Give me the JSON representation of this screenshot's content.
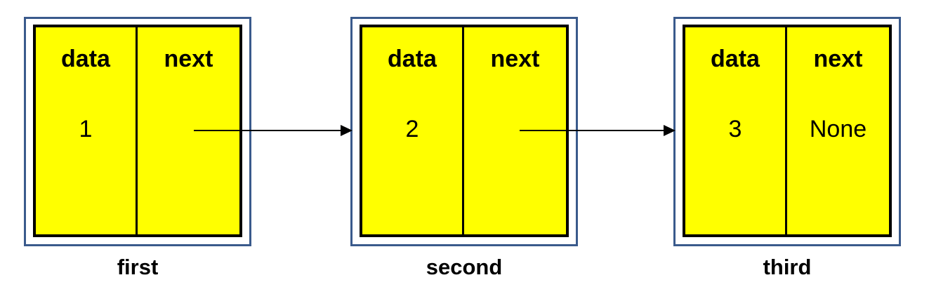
{
  "diagram": {
    "title": "singly-linked-list",
    "colors": {
      "node_fill": "#ffff00",
      "node_inner_border": "#000000",
      "node_outer_border": "#3a5a8c",
      "background": "#ffffff",
      "text": "#000000",
      "arrow": "#000000"
    },
    "headers": {
      "data": "data",
      "next": "next"
    },
    "nodes": [
      {
        "label": "first",
        "data_header": "data",
        "next_header": "next",
        "data_value": "1",
        "next_value": ""
      },
      {
        "label": "second",
        "data_header": "data",
        "next_header": "next",
        "data_value": "2",
        "next_value": ""
      },
      {
        "label": "third",
        "data_header": "data",
        "next_header": "next",
        "data_value": "3",
        "next_value": "None"
      }
    ],
    "arrows": [
      {
        "name": "arrow-first-to-second",
        "from": "first",
        "to": "second"
      },
      {
        "name": "arrow-second-to-third",
        "from": "second",
        "to": "third"
      }
    ]
  }
}
